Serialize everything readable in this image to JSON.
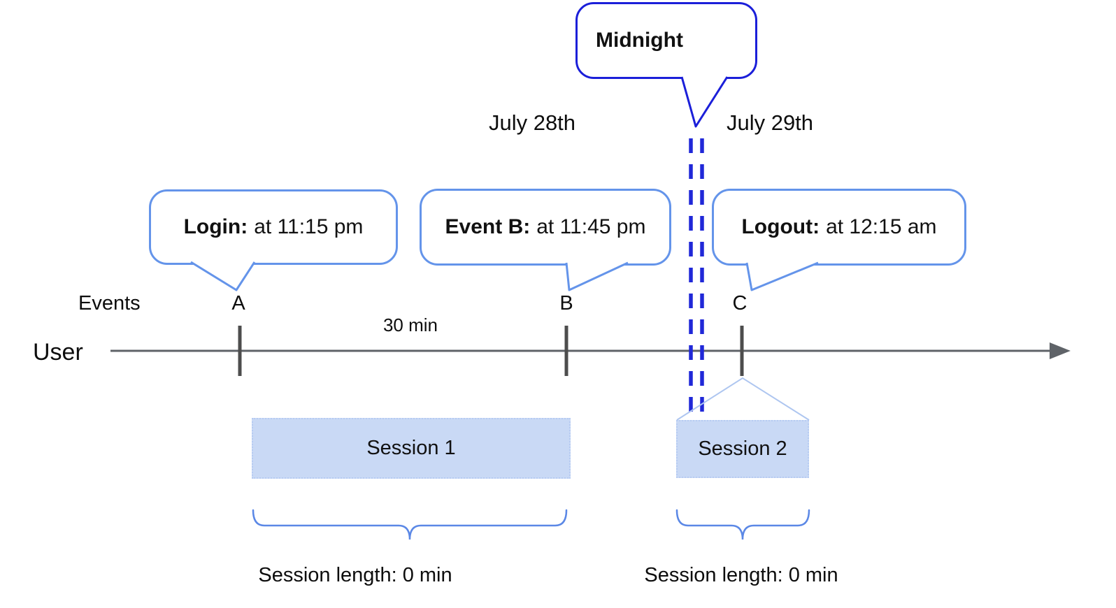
{
  "colors": {
    "midnight_blue": "#1b1fd9",
    "dashed_line_blue": "#2028d8",
    "callout_border_blue": "#6494ea",
    "session_fill": "#c9d9f5",
    "brace_blue": "#5b88e6",
    "roof_line_blue": "#aec6f0",
    "axis_gray": "#5f6368"
  },
  "dates": {
    "before": "July 28th",
    "after": "July 29th"
  },
  "midnight_callout": {
    "label": "Midnight"
  },
  "event_callouts": {
    "login": {
      "label": "Login:",
      "time": "at 11:15 pm"
    },
    "event_b": {
      "label": "Event B:",
      "time": "at 11:45 pm"
    },
    "logout": {
      "label": "Logout:",
      "time": "at 12:15 am"
    }
  },
  "timeline": {
    "row_label": "User",
    "events_label": "Events",
    "event_ids": {
      "a": "A",
      "b": "B",
      "c": "C"
    },
    "interval_label": "30 min"
  },
  "sessions": {
    "s1": {
      "name": "Session 1",
      "length": "Session length: 0 min"
    },
    "s2": {
      "name": "Session 2",
      "length": "Session length: 0 min"
    }
  }
}
